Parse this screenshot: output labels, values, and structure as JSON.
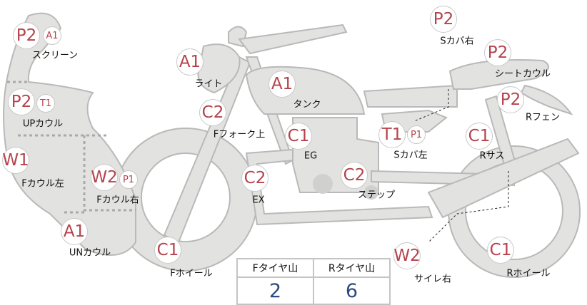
{
  "parts": [
    {
      "id": "screen",
      "code": "P2",
      "sub": "A1",
      "label": "スクリーン"
    },
    {
      "id": "up-cowl",
      "code": "P2",
      "sub": "T1",
      "label": "UPカウル"
    },
    {
      "id": "f-cowl-left",
      "code": "W1",
      "label": "Fカウル左"
    },
    {
      "id": "f-cowl-right",
      "code": "W2",
      "sub": "P1",
      "label": "Fカウル右"
    },
    {
      "id": "un-cowl",
      "code": "A1",
      "label": "UNカウル"
    },
    {
      "id": "f-wheel",
      "code": "C1",
      "label": "Fホイール"
    },
    {
      "id": "light",
      "code": "A1",
      "label": "ライト"
    },
    {
      "id": "f-fork-upper",
      "code": "C2",
      "label": "Fフォーク上"
    },
    {
      "id": "tank",
      "code": "A1",
      "label": "タンク"
    },
    {
      "id": "engine",
      "code": "C1",
      "label": "EG"
    },
    {
      "id": "exhaust",
      "code": "C2",
      "label": "EX"
    },
    {
      "id": "step",
      "code": "C2",
      "label": "ステップ"
    },
    {
      "id": "s-cover-left",
      "code": "T1",
      "sub": "P1",
      "label": "Sカバ左"
    },
    {
      "id": "s-cover-right",
      "code": "P2",
      "label": "Sカバ右"
    },
    {
      "id": "seat-cowl",
      "code": "P2",
      "label": "シートカウル"
    },
    {
      "id": "r-fender",
      "code": "P2",
      "label": "Rフェン"
    },
    {
      "id": "r-suspension",
      "code": "C1",
      "label": "Rサス"
    },
    {
      "id": "silencer-right",
      "code": "W2",
      "label": "サイレ右"
    },
    {
      "id": "r-wheel",
      "code": "C1",
      "label": "Rホイール"
    }
  ],
  "tire_table": {
    "headers": [
      "Fタイヤ山",
      "Rタイヤ山"
    ],
    "values": [
      "2",
      "6"
    ]
  },
  "colors": {
    "code": "#b5434c",
    "value": "#2c4a82",
    "body": "#e2e2e0",
    "outline": "#b9b9b9"
  }
}
